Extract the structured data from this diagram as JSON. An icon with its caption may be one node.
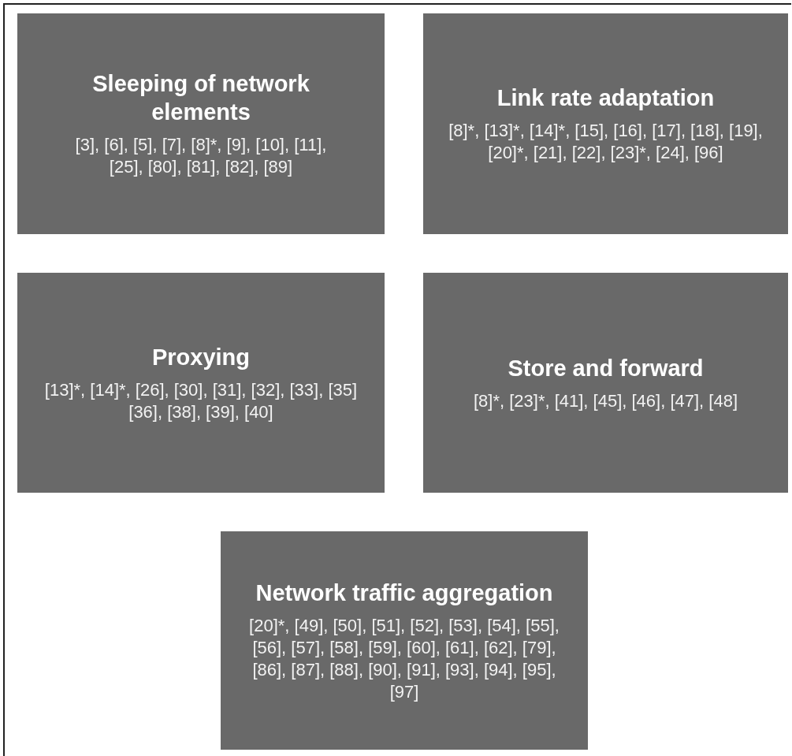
{
  "diagram": {
    "nodes": [
      {
        "text": [
          "Sleeping of network elements",
          "[3], [6], [5], [7], [8]*, [9], [10], [11], [25], [80], [81], [82], [89]"
        ]
      },
      {
        "text": [
          "Link rate adaptation",
          "[8]*, [13]*, [14]*, [15], [16], [17], [18], [19], [20]*, [21], [22], [23]*, [24], [96]"
        ]
      },
      {
        "text": [
          "Proxying",
          "[13]*, [14]*, [26], [30], [31], [32], [33], [35] [36], [38], [39], [40]"
        ]
      },
      {
        "text": [
          "Store and forward",
          "[8]*, [23]*, [41], [45], [46], [47], [48]"
        ]
      },
      {
        "text": [
          "Network traffic aggregation",
          "[20]*, [49], [50], [51], [52], [53], [54], [55], [56], [57], [58], [59], [60], [61], [62], [79], [86], [87], [88], [90], [91], [93], [94], [95], [97]"
        ]
      }
    ]
  }
}
